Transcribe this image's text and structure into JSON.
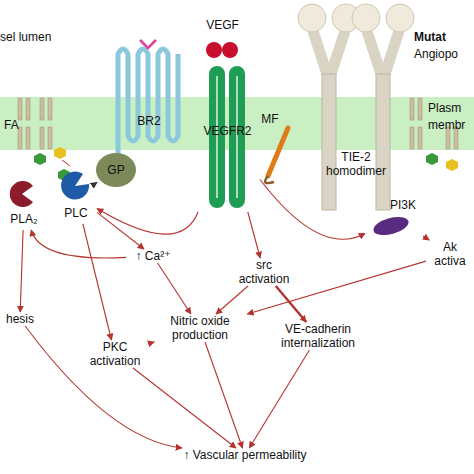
{
  "diagram": {
    "nodes": [
      {
        "text": [
          "BR2"
        ]
      },
      {
        "text": [
          "GP"
        ]
      },
      {
        "text": [
          "VEGF"
        ]
      },
      {
        "text": [
          "VEGFR2"
        ]
      },
      {
        "text": [
          "MF"
        ]
      },
      {
        "text": [
          "TIE-2 homodimer"
        ]
      },
      {
        "text": [
          "PLA₂"
        ]
      },
      {
        "text": [
          "PLC"
        ]
      },
      {
        "text": [
          "PI3K"
        ]
      },
      {
        "text": [
          "↑ Ca²⁺"
        ]
      },
      {
        "text": [
          "src activation"
        ]
      },
      {
        "text": [
          "Ak activa"
        ]
      },
      {
        "text": [
          "hesis"
        ]
      },
      {
        "text": [
          "PKC activation"
        ]
      },
      {
        "text": [
          "Nitric oxide production"
        ]
      },
      {
        "text": [
          "VE-cadherin internalization"
        ]
      },
      {
        "text": [
          "↑ Vascular permeability"
        ]
      }
    ],
    "edges": [
      {
        "from": 6,
        "to": 12,
        "arrow": "to"
      },
      {
        "from": 1,
        "to": 7,
        "arrow": "to"
      },
      {
        "from": 7,
        "to": 9,
        "arrow": "to"
      },
      {
        "from": 9,
        "to": 6,
        "arrow": "to"
      },
      {
        "from": 7,
        "to": 13,
        "arrow": "to"
      },
      {
        "from": 3,
        "to": 7,
        "arrow": "to"
      },
      {
        "from": 3,
        "to": 10,
        "arrow": "to"
      },
      {
        "from": 3,
        "to": 8,
        "arrow": "to"
      },
      {
        "from": 8,
        "to": 11,
        "arrow": "to"
      },
      {
        "from": 9,
        "to": 14,
        "arrow": "to"
      },
      {
        "from": 10,
        "to": 15,
        "arrow": "to"
      },
      {
        "from": 10,
        "to": 14,
        "arrow": "to"
      },
      {
        "from": 11,
        "to": 14,
        "arrow": "to"
      },
      {
        "from": 13,
        "to": 14,
        "arrow": "to"
      },
      {
        "from": 14,
        "to": 16,
        "arrow": "to"
      },
      {
        "from": 15,
        "to": 16,
        "arrow": "to"
      },
      {
        "from": 13,
        "to": 16,
        "arrow": "to"
      },
      {
        "from": 12,
        "to": 16,
        "arrow": "to"
      }
    ],
    "labels": [
      "sel lumen",
      "Mutat",
      "Angiopo",
      "FA",
      "Plasm",
      "membr"
    ]
  }
}
